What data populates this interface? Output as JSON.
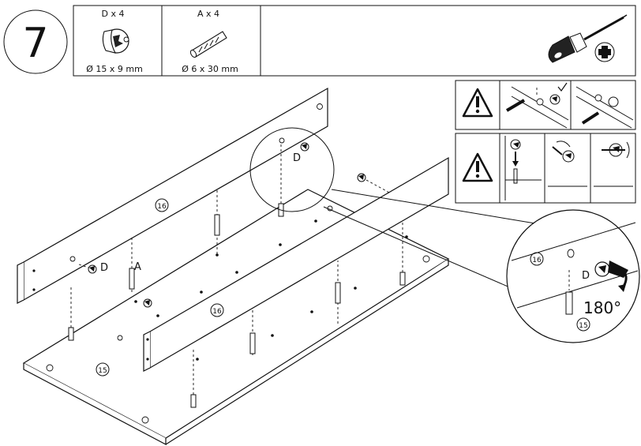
{
  "step": {
    "number": "7"
  },
  "parts": [
    {
      "label": "D x 4",
      "dimension": "Ø 15 x 9  mm",
      "icon": "cam-lock-icon"
    },
    {
      "label": "A x 4",
      "dimension": "Ø 6 x 30 mm",
      "icon": "wooden-dowel-icon"
    }
  ],
  "tool": {
    "icon": "phillips-screwdriver-icon",
    "tip_icon": "phillips-head-icon"
  },
  "warnings": [
    {
      "icon": "warning-triangle-icon",
      "check_icon": "checkmark-icon"
    },
    {
      "icon": "warning-triangle-icon"
    }
  ],
  "labels": {
    "panel_16": "16",
    "panel_15": "15",
    "part_d": "D",
    "part_a": "A",
    "rotation": "180°"
  },
  "colors": {
    "line": "#111111",
    "background": "#ffffff"
  }
}
